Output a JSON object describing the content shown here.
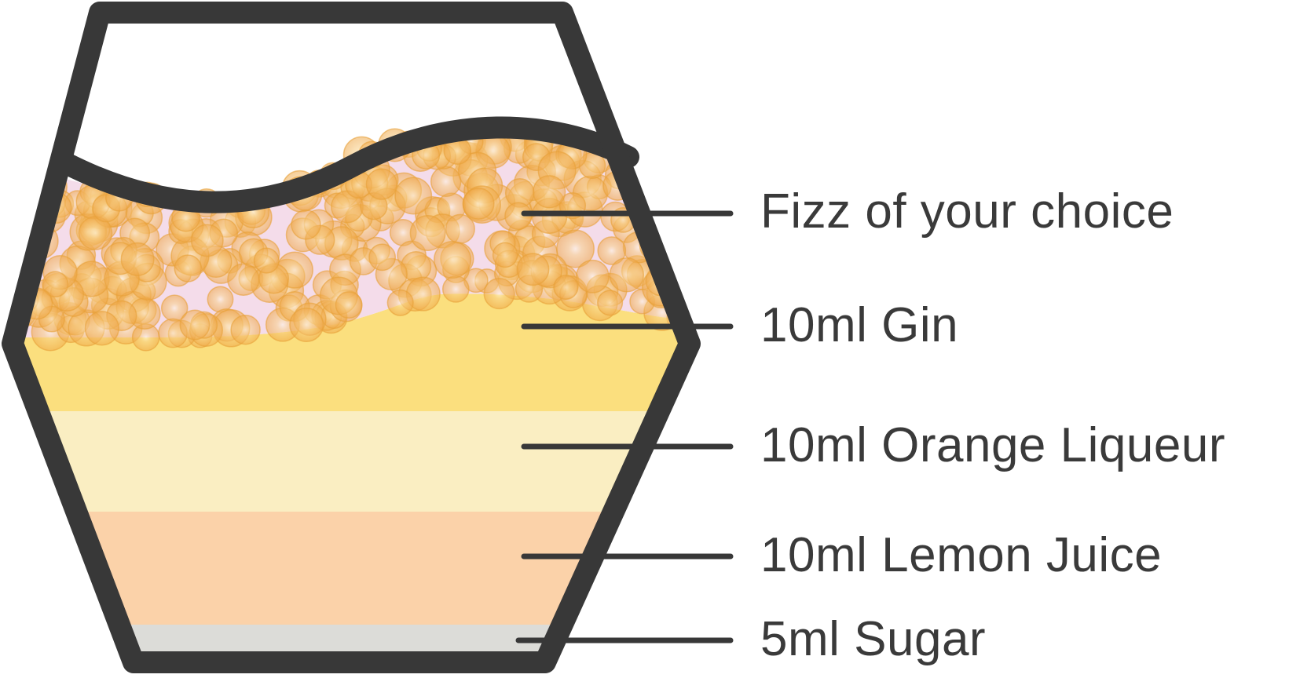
{
  "diagram": {
    "colors": {
      "glass_outline": "#383838",
      "fizz_bubble": "#f6c46e",
      "fizz_bubble_edge": "#e8a23a",
      "fizz_background": "#f4dcea",
      "gin": "#fbdf7e",
      "orange_liqueur": "#faeec2",
      "lemon_juice": "#fbd2a9",
      "sugar": "#dcdcd8",
      "leader_line": "#383838"
    },
    "layers": [
      {
        "id": "fizz",
        "label": "Fizz of your choice"
      },
      {
        "id": "gin",
        "label": "10ml Gin"
      },
      {
        "id": "orange-liqueur",
        "label": "10ml Orange Liqueur"
      },
      {
        "id": "lemon-juice",
        "label": "10ml Lemon Juice"
      },
      {
        "id": "sugar",
        "label": "5ml Sugar"
      }
    ]
  }
}
